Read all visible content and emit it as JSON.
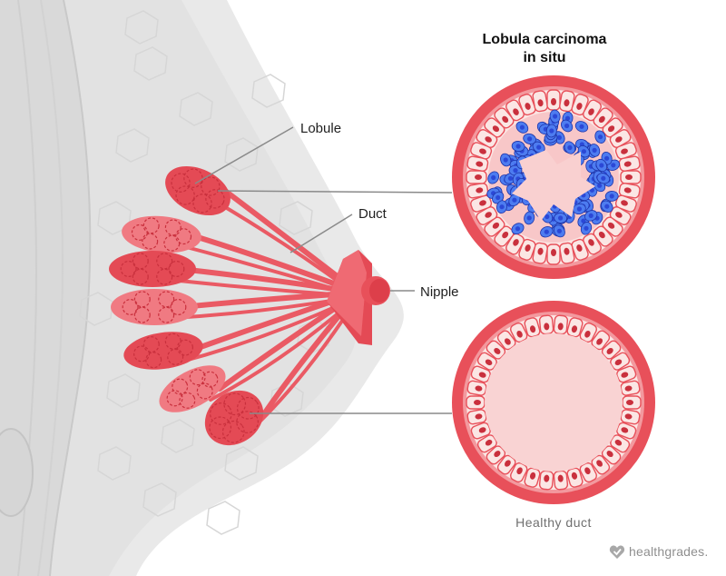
{
  "title": {
    "line1": "Lobula carcinoma",
    "line2": "in situ"
  },
  "labels": {
    "lobule": "Lobule",
    "duct": "Duct",
    "nipple": "Nipple",
    "healthy_duct": "Healthy duct"
  },
  "brand": {
    "name": "healthgrades.",
    "icon": "heart-check-icon"
  },
  "colors": {
    "tissue_light": "#eaeaea",
    "tissue_mid": "#dcdcdc",
    "tissue_edge": "#cfcfcf",
    "lobule_red": "#e44a55",
    "lobule_dark": "#c9303d",
    "lobule_pink": "#f07a82",
    "duct_red": "#ea5a64",
    "duct_wall": "#e8505a",
    "lumen_pink": "#f8c7c8",
    "cell_fill": "#fbe6e4",
    "cancer_blue": "#2b48d6",
    "cancer_light": "#4d7cf0",
    "line_gray": "#9a9a9a"
  }
}
